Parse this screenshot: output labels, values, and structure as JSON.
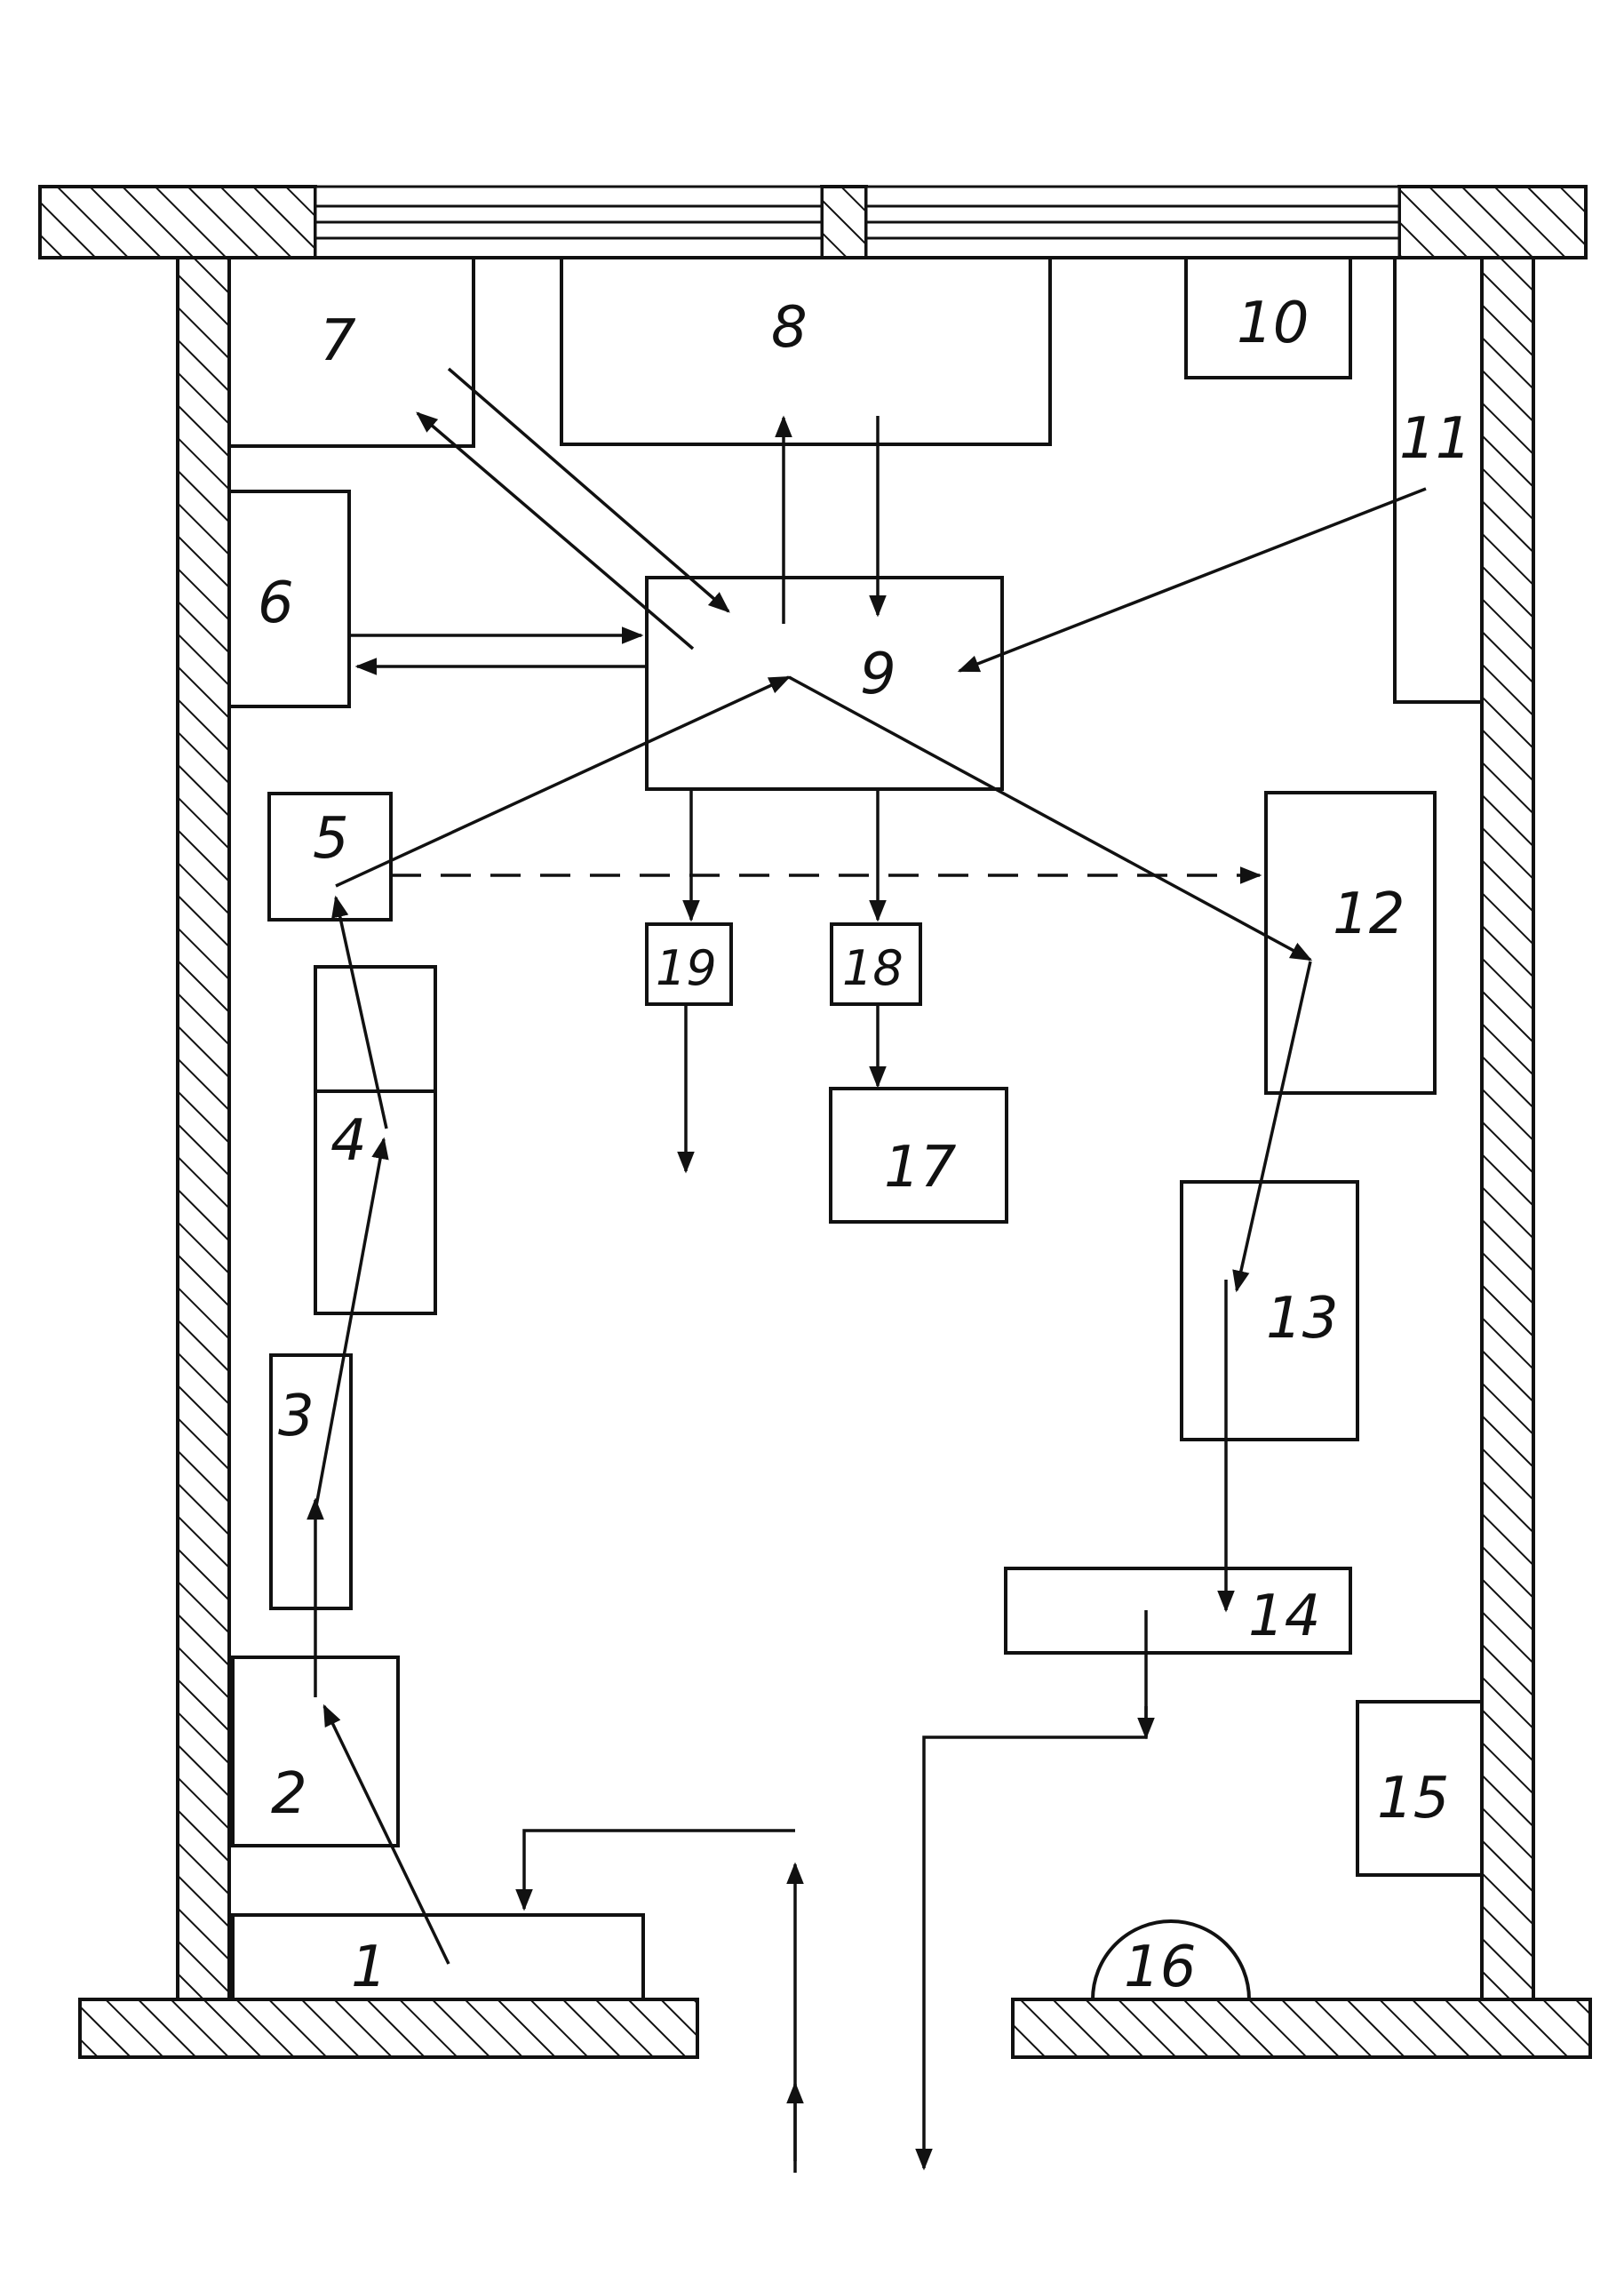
{
  "figure": {
    "labels": {
      "station_1": "1",
      "station_2": "2",
      "station_3": "3",
      "station_4": "4",
      "station_5": "5",
      "station_6": "6",
      "station_7": "7",
      "station_8": "8",
      "station_9": "9",
      "station_10": "10",
      "station_11": "11",
      "station_12": "12",
      "station_13": "13",
      "station_14": "14",
      "station_15": "15",
      "station_16": "16",
      "station_17": "17",
      "station_18": "18",
      "station_19": "19"
    },
    "colors": {
      "ink": "#111111",
      "paper": "#ffffff"
    }
  }
}
